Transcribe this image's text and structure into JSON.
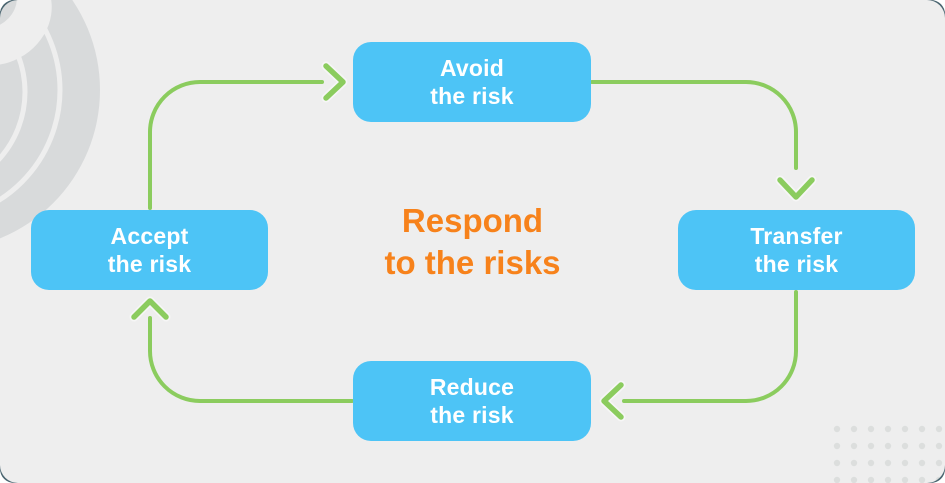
{
  "diagram": {
    "title_line1": "Respond",
    "title_line2": "to the risks",
    "title_color": "#f7821b",
    "background_color": "#eeeeee",
    "node_color": "#4dc4f6",
    "connector_color": "#8bcc5e",
    "corner_accent_color": "#4a6570",
    "dot_grid_color": "#dcdedd",
    "nodes": [
      {
        "id": "avoid",
        "line1": "Avoid",
        "line2": "the risk"
      },
      {
        "id": "transfer",
        "line1": "Transfer",
        "line2": "the risk"
      },
      {
        "id": "reduce",
        "line1": "Reduce",
        "line2": "the risk"
      },
      {
        "id": "accept",
        "line1": "Accept",
        "line2": "the risk"
      }
    ],
    "connectors": [
      {
        "from": "accept",
        "to": "avoid",
        "direction": "right"
      },
      {
        "from": "avoid",
        "to": "transfer",
        "direction": "down"
      },
      {
        "from": "transfer",
        "to": "reduce",
        "direction": "left"
      },
      {
        "from": "reduce",
        "to": "accept",
        "direction": "up"
      }
    ],
    "decorations": {
      "top_left": "fingerprint-swirl",
      "bottom_right": "dot-grid",
      "corners": "rounded-corner-frame"
    }
  }
}
